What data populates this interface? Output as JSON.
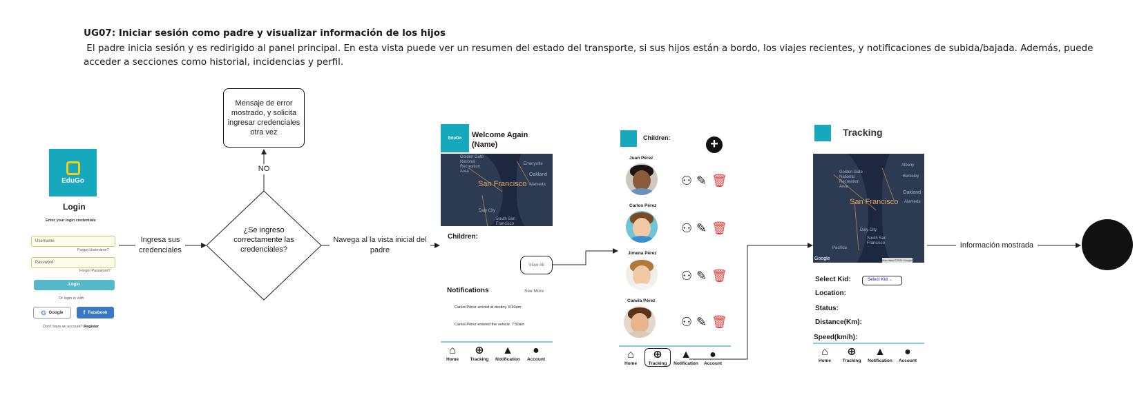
{
  "header": {
    "title": "UG07: Iniciar sesión como padre y visualizar información de los hijos",
    "description": "El padre inicia sesión y es redirigido al panel principal. En esta vista puede ver un resumen del estado del transporte, si sus hijos están a bordo, los viajes recientes, y notificaciones de subida/bajada. Además, puede acceder a secciones como historial, incidencias y perfil."
  },
  "login": {
    "logo_text": "EduGo",
    "title": "Login",
    "subtitle": "Enter your login credentials",
    "username_placeholder": "Username",
    "forgot_username": "Forgot Username?",
    "password_placeholder": "Password",
    "forgot_password": "Forgot Password?",
    "login_button": "Login",
    "or_login_with": "Or login in with",
    "google_button": "Google",
    "facebook_button": "Facebook",
    "no_account": "Don't have an account?",
    "register_link": "Register"
  },
  "flow": {
    "edge_ingresa": "Ingresa sus credenciales",
    "decision": "¿Se ingreso correctamente las credenciales?",
    "edge_no": "NO",
    "error_box": "Mensaje de error mostrado, y solicita ingresar credenciales otra vez",
    "edge_navega": "Navega al la vista inicial del padre",
    "edge_info": "Información mostrada"
  },
  "home": {
    "logo_text": "EduGo",
    "welcome": "Welcome Again",
    "name": "(Name)",
    "children_label": "Children:",
    "view_all": "View All",
    "notifications_title": "Notifications",
    "see_more": "See More",
    "notifications": [
      "Carlos Pérez arrived at destiny. 8:30am",
      "Carlos Pérez entered the vehicle. 7:50am"
    ]
  },
  "map": {
    "city": "San Francisco",
    "labels": [
      "Golden Gate National Recreation Area",
      "Emeryville",
      "Oakland",
      "Alameda",
      "Daly City",
      "South San Francisco",
      "Albany",
      "Berkeley",
      "Pacifica"
    ],
    "google": "Google",
    "attribution": "Map data ©2024 Google"
  },
  "children_screen": {
    "title": "Children:",
    "add_icon": "plus-circle-icon",
    "kids": [
      "Juan Pérez",
      "Carlos Pérez",
      "Jimena Pérez",
      "Camila Pérez"
    ]
  },
  "tracking": {
    "title": "Tracking",
    "select_kid_label": "Select Kid:",
    "select_kid_value": "Select Kid",
    "location": "Location:",
    "status": "Status:",
    "distance": "Distance(Km):",
    "speed": "Speed(km/h):"
  },
  "nav": {
    "home": "Home",
    "tracking": "Tracking",
    "notification": "Notification",
    "account": "Account"
  },
  "colors": {
    "brand": "#16a9bd",
    "map_bg": "#1d2840",
    "delete_red": "#e53935",
    "end_node": "#111111"
  }
}
